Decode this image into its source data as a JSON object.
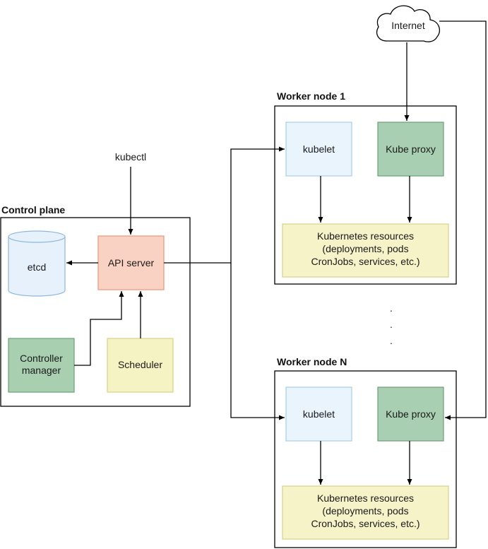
{
  "control_plane": {
    "title": "Control plane",
    "etcd": "etcd",
    "api_server": "API server",
    "controller_manager": [
      "Controller",
      "manager"
    ],
    "scheduler": "Scheduler"
  },
  "kubectl": "kubectl",
  "internet": "Internet",
  "worker_nodes": [
    {
      "title": "Worker node 1",
      "kubelet": "kubelet",
      "kube_proxy": "Kube proxy",
      "resources": [
        "Kubernetes resources",
        "(deployments, pods",
        "CronJobs, services, etc.)"
      ]
    },
    {
      "title": "Worker node N",
      "kubelet": "kubelet",
      "kube_proxy": "Kube proxy",
      "resources": [
        "Kubernetes resources",
        "(deployments, pods",
        "CronJobs, services, etc.)"
      ]
    }
  ],
  "ellipsis": [
    ".",
    ".",
    "."
  ],
  "colors": {
    "etcd_fill": "#e6f1fc",
    "etcd_stroke": "#8fb7d8",
    "api_fill": "#f9d2c3",
    "api_stroke": "#e8967c",
    "controller_fill": "#a7cfb0",
    "controller_stroke": "#6c9e78",
    "scheduler_fill": "#f5f2c4",
    "scheduler_stroke": "#d9d28a",
    "kubelet_fill": "#e9f4fd",
    "kubelet_stroke": "#a9cde8",
    "proxy_fill": "#a8cfb2",
    "proxy_stroke": "#6c9e78",
    "resources_fill": "#f5f3c7",
    "resources_stroke": "#d9d28a"
  }
}
